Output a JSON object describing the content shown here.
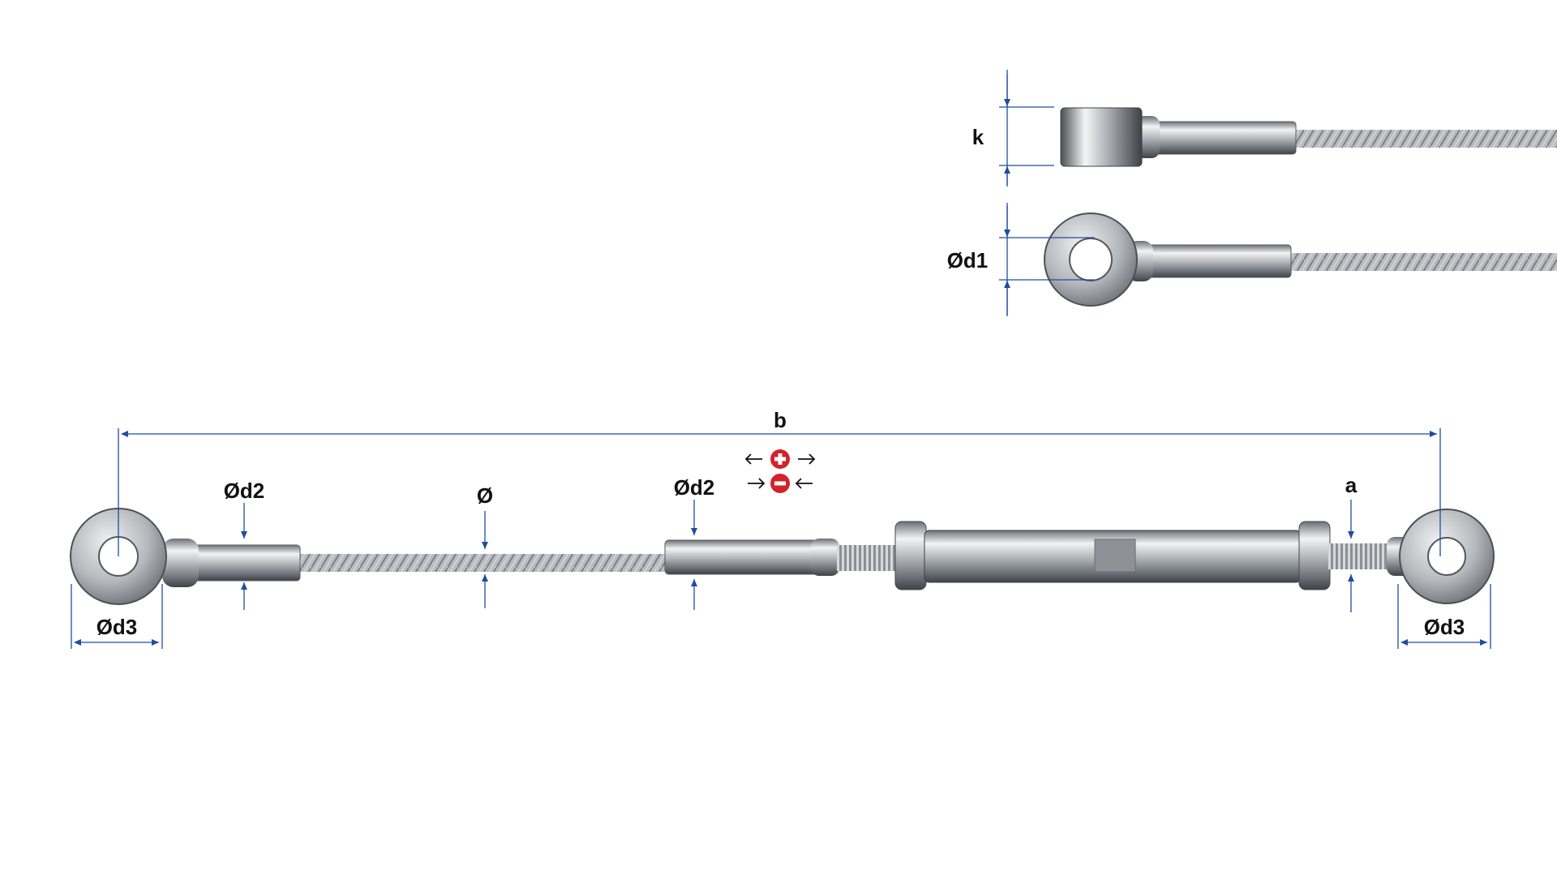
{
  "labels": {
    "k": "k",
    "d1": "Ød1",
    "b": "b",
    "d2_left": "Ød2",
    "cable_dia": "Ø",
    "d2_right": "Ød2",
    "a": "a",
    "d3_left": "Ød3",
    "d3_right": "Ød3"
  },
  "icons": {
    "plus": "plus-circle-icon",
    "minus": "minus-circle-icon"
  },
  "colors": {
    "dimension": "#1f4e9e",
    "symbol_red": "#d3222a",
    "cable": "#9ea3a8",
    "metal_dark": "#5d6268",
    "metal_light": "#e6e8ea",
    "label": "#111111"
  }
}
